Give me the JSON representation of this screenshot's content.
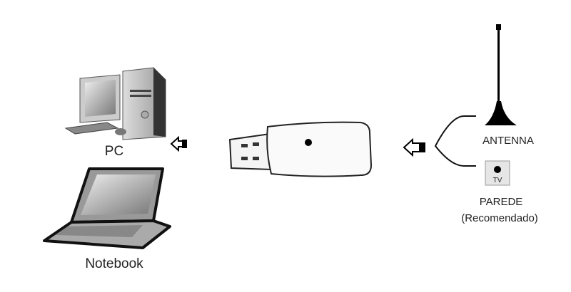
{
  "labels": {
    "pc": "PC",
    "notebook": "Notebook",
    "antenna": "ANTENNA",
    "tv_socket": "TV",
    "wall": "PAREDE",
    "recommended": "(Recomendado)"
  }
}
